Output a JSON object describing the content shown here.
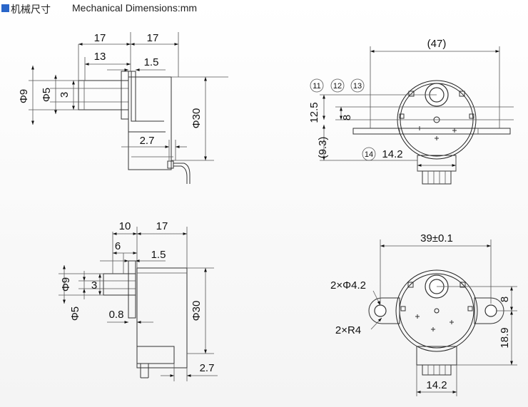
{
  "header": {
    "title_cn": "机械尺寸",
    "title_en": "Mechanical Dimensions:mm",
    "accent_color": "#2a66c9"
  },
  "top_left_view": {
    "dims": [
      "17",
      "17",
      "13",
      "1.5",
      "Φ9",
      "Φ5",
      "3",
      "Φ30",
      "2.7"
    ]
  },
  "top_right_view": {
    "dims": [
      "(47)",
      "12.5",
      "8",
      "(9.3)",
      "14.2"
    ],
    "callouts": [
      "11",
      "12",
      "13",
      "14"
    ]
  },
  "bottom_left_view": {
    "dims": [
      "10",
      "17",
      "6",
      "1.5",
      "Φ9",
      "3",
      "Φ5",
      "0.8",
      "Φ30",
      "2.7"
    ]
  },
  "bottom_right_view": {
    "dims": [
      "39±0.1",
      "2×Φ4.2",
      "2×R4",
      "8",
      "18.9",
      "14.2"
    ]
  }
}
